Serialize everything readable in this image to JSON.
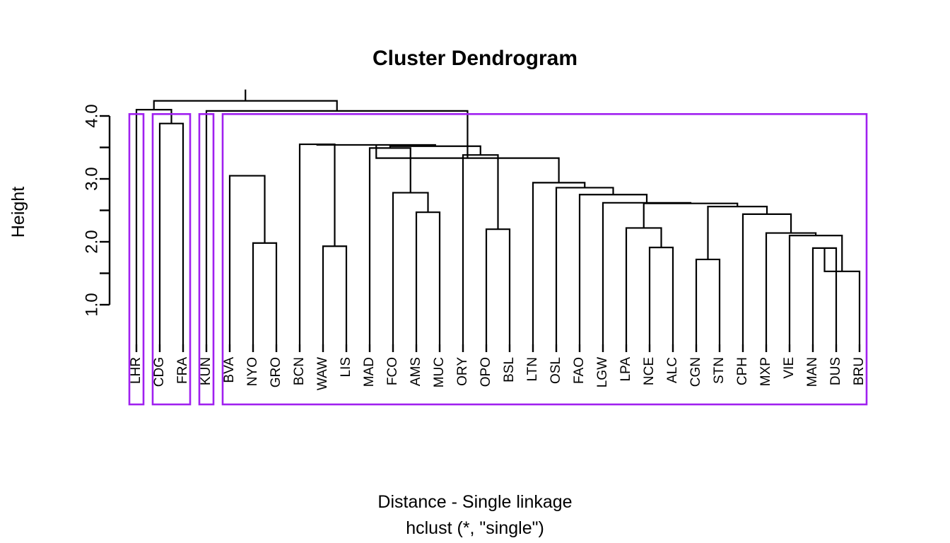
{
  "title": "Cluster Dendrogram",
  "caption_line1": "Distance - Single linkage",
  "caption_line2": "hclust (*, \"single\")",
  "ylabel": "Height",
  "colors": {
    "plot_line": "#000000",
    "cluster_box": "#a020f0",
    "background": "#ffffff"
  },
  "chart_data": {
    "type": "dendrogram",
    "title": "Cluster Dendrogram",
    "xlabel": "Distance - Single linkage\nhclust (*, \"single\")",
    "ylabel": "Height",
    "ylim": [
      0.75,
      4.35
    ],
    "ytick_values": [
      1.0,
      1.5,
      2.0,
      2.5,
      3.0,
      3.5,
      4.0
    ],
    "ytick_labels": [
      "1.0",
      "",
      "2.0",
      "",
      "3.0",
      "",
      "4.0"
    ],
    "grid": false,
    "legend": "none",
    "linkage": "single",
    "n_leaves": 32,
    "leaf_order": [
      "LHR",
      "CDG",
      "FRA",
      "KUN",
      "BVA",
      "NYO",
      "GRO",
      "BCN",
      "WAW",
      "LIS",
      "MAD",
      "FCO",
      "AMS",
      "MUC",
      "ORY",
      "OPO",
      "BSL",
      "LTN",
      "OSL",
      "FAO",
      "LGW",
      "LPA",
      "NCE",
      "ALC",
      "CGN",
      "STN",
      "CPH",
      "MXP",
      "VIE",
      "MAN",
      "DUS",
      "BRU"
    ],
    "merges": [
      {
        "id": "m1",
        "left": "NYO",
        "right": "GRO",
        "height": 1.98
      },
      {
        "id": "m2",
        "left": "BVA",
        "right": "m1",
        "height": 3.05
      },
      {
        "id": "m3",
        "left": "WAW",
        "right": "LIS",
        "height": 1.93
      },
      {
        "id": "m4",
        "left": "BCN",
        "right": "m3",
        "height": 3.55
      },
      {
        "id": "m5",
        "left": "AMS",
        "right": "MUC",
        "height": 2.47
      },
      {
        "id": "m6",
        "left": "FCO",
        "right": "m5",
        "height": 2.78
      },
      {
        "id": "m7",
        "left": "MAD",
        "right": "m6",
        "height": 3.49
      },
      {
        "id": "m8",
        "left": "OPO",
        "right": "BSL",
        "height": 2.2
      },
      {
        "id": "m9",
        "left": "ORY",
        "right": "m8",
        "height": 3.38
      },
      {
        "id": "m10",
        "left": "m7",
        "right": "m9",
        "height": 3.52
      },
      {
        "id": "m11",
        "left": "m4",
        "right": "m10",
        "height": 3.54
      },
      {
        "id": "m12",
        "left": "NCE",
        "right": "ALC",
        "height": 1.91
      },
      {
        "id": "m13",
        "left": "LPA",
        "right": "m12",
        "height": 2.22
      },
      {
        "id": "m14",
        "left": "CGN",
        "right": "STN",
        "height": 1.72
      },
      {
        "id": "m15",
        "left": "MAN",
        "right": "DUS",
        "height": 1.9
      },
      {
        "id": "m16",
        "left": "m15",
        "right": "BRU",
        "height": 1.53
      },
      {
        "id": "m17",
        "left": "VIE",
        "right": "m16",
        "height": 2.1
      },
      {
        "id": "m18",
        "left": "MXP",
        "right": "m17",
        "height": 2.14
      },
      {
        "id": "m19",
        "left": "CPH",
        "right": "m18",
        "height": 2.44
      },
      {
        "id": "m20",
        "left": "m14",
        "right": "m19",
        "height": 2.56
      },
      {
        "id": "m21",
        "left": "m13",
        "right": "m20",
        "height": 2.61
      },
      {
        "id": "m22",
        "left": "LGW",
        "right": "m21",
        "height": 2.62
      },
      {
        "id": "m23",
        "left": "FAO",
        "right": "m22",
        "height": 2.75
      },
      {
        "id": "m24",
        "left": "OSL",
        "right": "m23",
        "height": 2.86
      },
      {
        "id": "m25",
        "left": "LTN",
        "right": "m24",
        "height": 2.94
      },
      {
        "id": "m26",
        "left": "m11",
        "right": "m25",
        "height": 3.33
      },
      {
        "id": "m27",
        "left": "CDG",
        "right": "FRA",
        "height": 3.88
      },
      {
        "id": "m28",
        "left": "LHR",
        "right": "m27",
        "height": 4.1
      },
      {
        "id": "m29",
        "left": "KUN",
        "right": "m26",
        "height": 4.08
      },
      {
        "id": "m30",
        "left": "m28",
        "right": "m29",
        "height": 4.24
      }
    ],
    "cluster_boxes": [
      {
        "label": "cluster-1",
        "first_leaf": "LHR",
        "last_leaf": "LHR",
        "height": 4.03
      },
      {
        "label": "cluster-2",
        "first_leaf": "CDG",
        "last_leaf": "FRA",
        "height": 4.03
      },
      {
        "label": "cluster-3",
        "first_leaf": "KUN",
        "last_leaf": "KUN",
        "height": 4.03
      },
      {
        "label": "cluster-4",
        "first_leaf": "BVA",
        "last_leaf": "BRU",
        "height": 4.03
      }
    ]
  }
}
